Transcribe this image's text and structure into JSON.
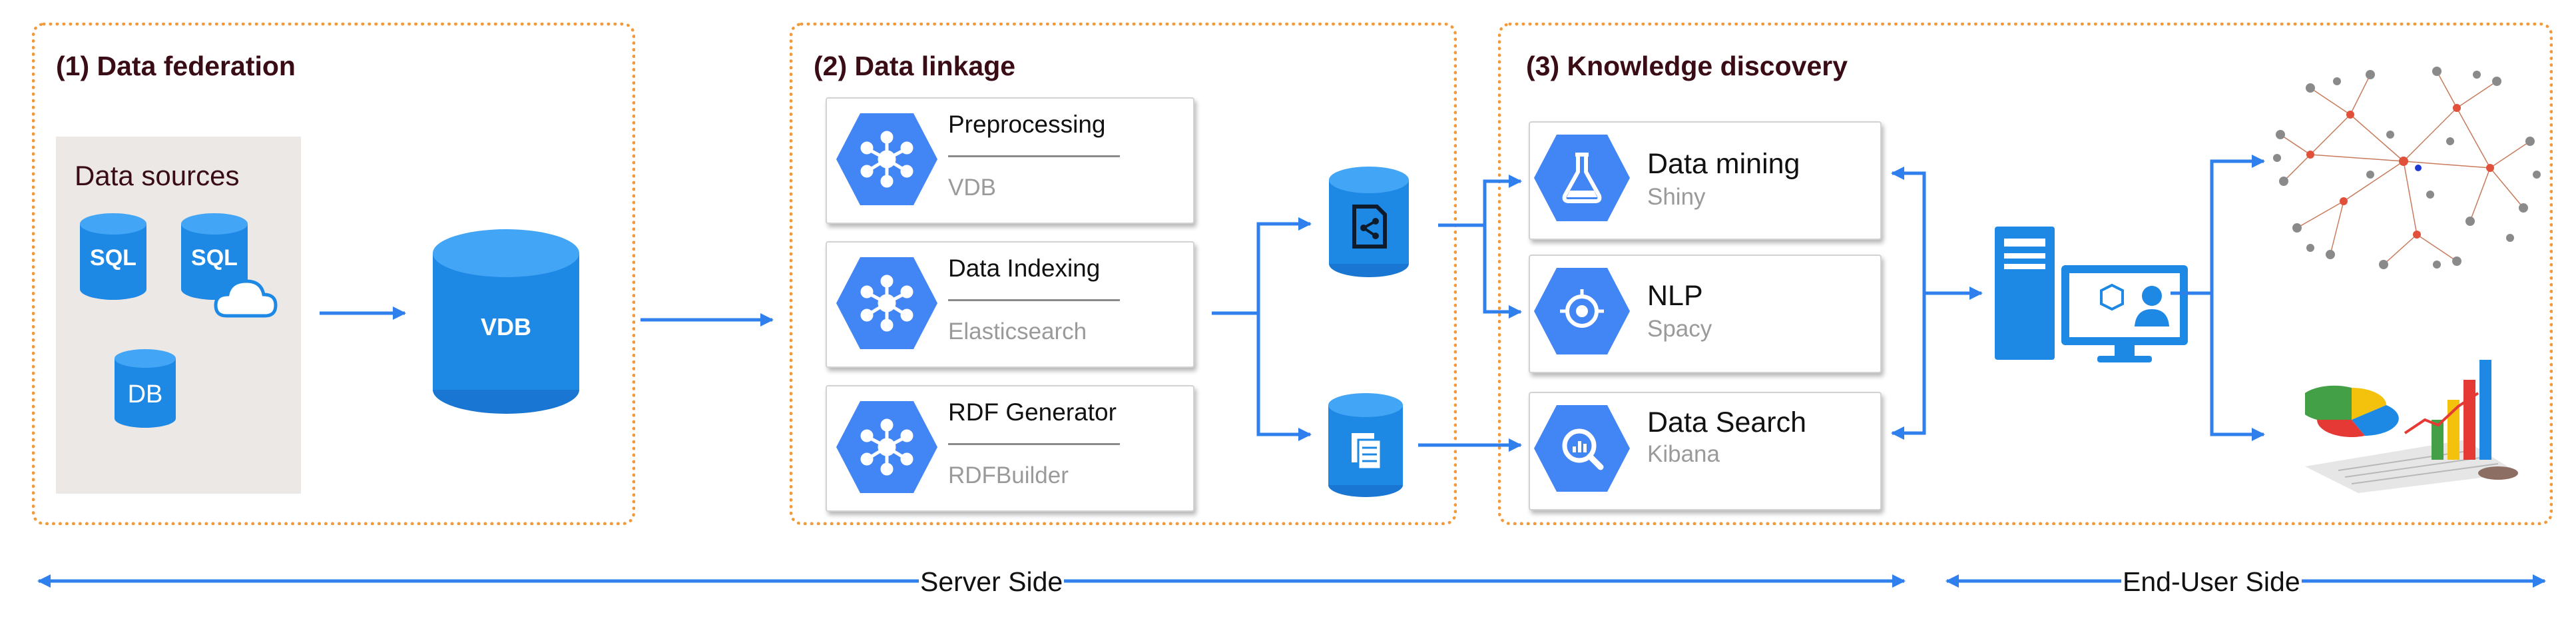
{
  "sections": {
    "federation": {
      "title": "(1) Data federation"
    },
    "linkage": {
      "title": "(2) Data linkage"
    },
    "discovery": {
      "title": "(3) Knowledge discovery"
    }
  },
  "data_sources": {
    "label": "Data sources",
    "icons": [
      {
        "name": "sql-db-icon",
        "text": "SQL"
      },
      {
        "name": "sql-cloud-db-icon",
        "text": "SQL"
      },
      {
        "name": "db-icon",
        "text": "DB"
      }
    ]
  },
  "vdb": {
    "label": "VDB"
  },
  "linkage_cards": [
    {
      "title": "Preprocessing",
      "subtitle": "VDB"
    },
    {
      "title": "Data Indexing",
      "subtitle": "Elasticsearch"
    },
    {
      "title": "RDF Generator",
      "subtitle": "RDFBuilder"
    }
  ],
  "discovery_cards": [
    {
      "title": "Data mining",
      "subtitle": "Shiny",
      "icon": "flask-icon"
    },
    {
      "title": "NLP",
      "subtitle": "Spacy",
      "icon": "nlp-target-icon"
    },
    {
      "title": "Data Search",
      "subtitle": "Kibana",
      "icon": "search-icon"
    }
  ],
  "footer": {
    "server_side": "Server Side",
    "end_user_side": "End-User Side"
  },
  "colors": {
    "accent_blue": "#2f80ed",
    "section_border": "#f29a3a",
    "title_text": "#3a0d16",
    "db_blue": "#1e88e5"
  }
}
